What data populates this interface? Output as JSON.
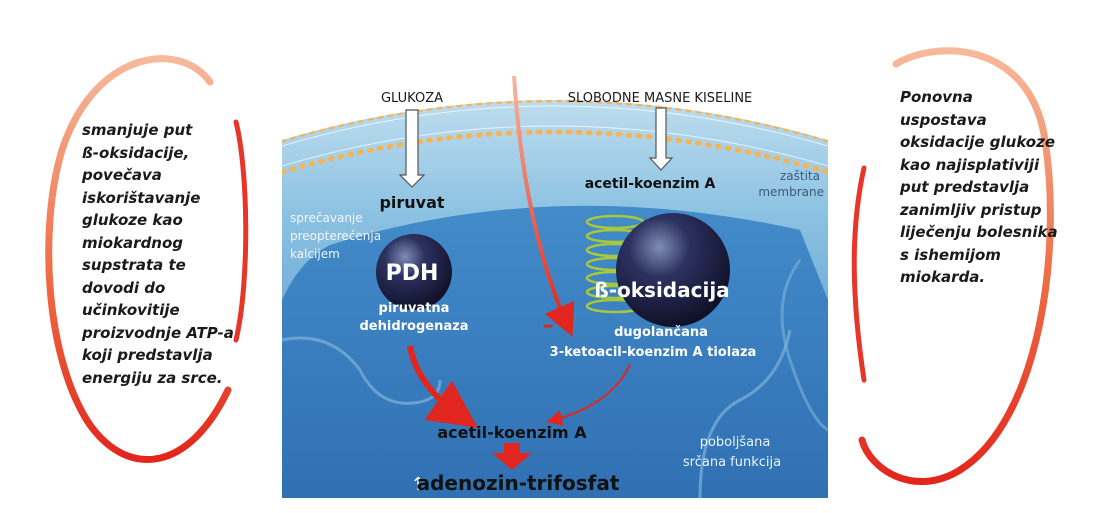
{
  "left_panel": {
    "lines": [
      "smanjuje put",
      "ß-oksidacije,",
      "povečava",
      "iskorištavanje",
      "glukoze kao",
      "miokardnog",
      "supstrata te",
      "dovodi do",
      "učinkovitije",
      "proizvodnje ATP-a",
      "koji predstavlja",
      "energiju za srce."
    ]
  },
  "right_panel": {
    "lines": [
      "Ponovna",
      "uspostava",
      "oksidacije glukoze",
      "kao najisplativiji",
      "put predstavlja",
      "zanimljiv pristup",
      "liječenju bolesnika",
      "s ishemijom",
      "miokarda."
    ]
  },
  "diagram": {
    "inputs": {
      "glucose": "GLUKOZA",
      "fatty_acids": "SLOBODNE MASNE KISELINE"
    },
    "pyruvate": "piruvat",
    "acetyl_coa_top": "acetil-koenzim A",
    "membrane_protection": [
      "zaštita",
      "membrane"
    ],
    "calcium_note": [
      "sprečavanje",
      "preopterećenja",
      "kalcijem"
    ],
    "pdh": {
      "abbr": "PDH",
      "name": [
        "piruvatna",
        "dehidrogenaza"
      ]
    },
    "beta_ox": {
      "title": "ß-oksidacija",
      "enzyme": [
        "dugolančana",
        "3-ketoacil-koenzim A tiolaza"
      ]
    },
    "inhibition_symbol": "–",
    "acetyl_coa_bottom": "acetil-koenzim A",
    "atp": "adenozin-trifosfat",
    "increase_symbol": "↑",
    "cardiac": [
      "poboljšana",
      "srčana funkcija"
    ]
  },
  "colors": {
    "ring_red": "#e8352a",
    "ring_orange": "#f6ae8e",
    "cell_light": "#b7d9ed",
    "cell_dark": "#3a7fc0",
    "membrane_bead": "#f3b45c",
    "arrow_red": "#e0261e",
    "helix_green": "#a8c83c",
    "sphere_dark": "#1b1c3a"
  }
}
